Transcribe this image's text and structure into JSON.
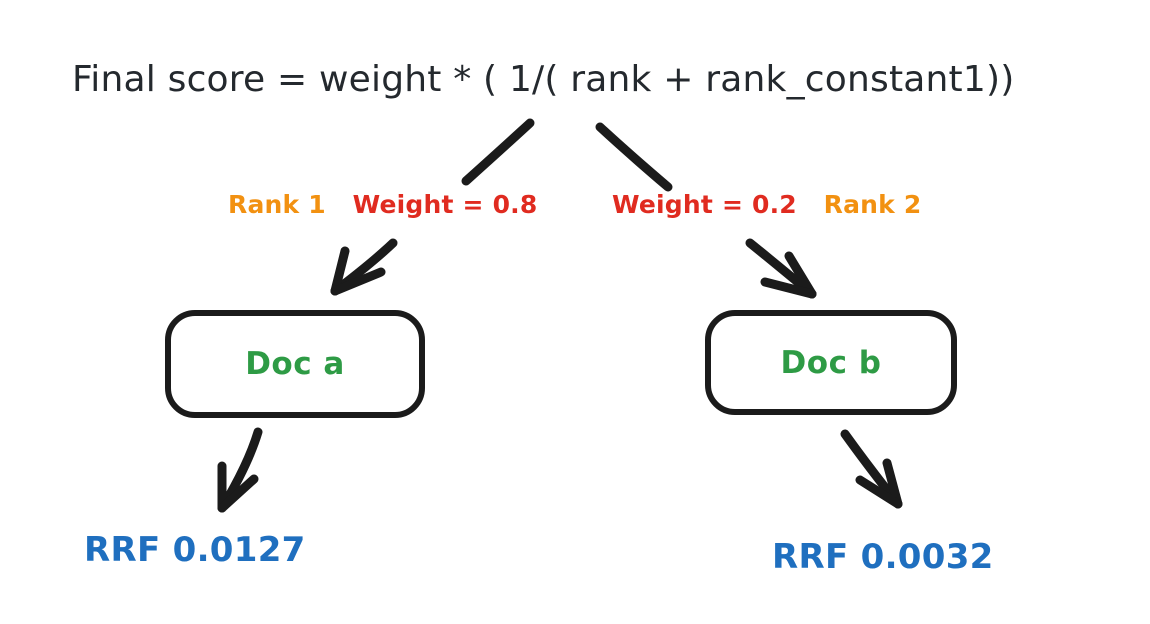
{
  "diagram": {
    "title_formula": "Final score = weight * ( 1/( rank + rank_constant1))",
    "colors": {
      "ink": "#1b1b1b",
      "rank_orange": "#F29111",
      "weight_red": "#E02B20",
      "doc_green": "#2E9B45",
      "rrf_blue": "#1F6FBF",
      "background": "#ffffff"
    },
    "branches": [
      {
        "side": "left",
        "rank_label": "Rank 1",
        "weight_label": "Weight = 0.8",
        "rank_value": 1,
        "weight_value": 0.8,
        "doc_label": "Doc a",
        "score_label": "RRF 0.0127",
        "score_value": 0.0127
      },
      {
        "side": "right",
        "weight_label": "Weight = 0.2",
        "rank_label": "Rank 2",
        "rank_value": 2,
        "weight_value": 0.2,
        "doc_label": "Doc b",
        "score_label": "RRF 0.0032",
        "score_value": 0.0032
      }
    ]
  }
}
